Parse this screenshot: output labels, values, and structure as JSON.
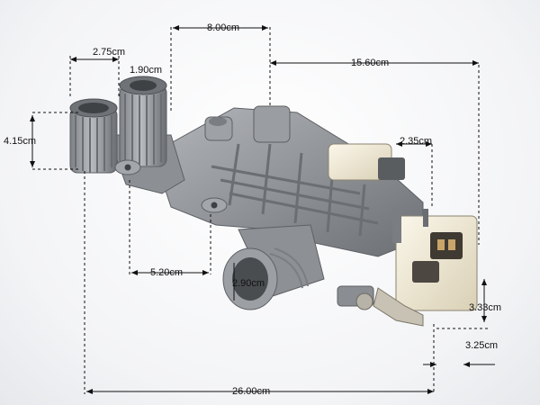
{
  "dimensions": {
    "d1": "2.75cm",
    "d2": "1.90cm",
    "d3": "8.00cm",
    "d4": "15.60cm",
    "d5": "4.15cm",
    "d6": "2.35cm",
    "d7": "5.20cm",
    "d8": "2.90cm",
    "d9": "3.33cm",
    "d10": "3.25cm",
    "d11": "26.00cm"
  },
  "colors": {
    "plastic_gray": "#8f9296",
    "plastic_dark": "#5f6266",
    "connector_cream": "#efe8d2",
    "dimension_line": "#111111"
  }
}
